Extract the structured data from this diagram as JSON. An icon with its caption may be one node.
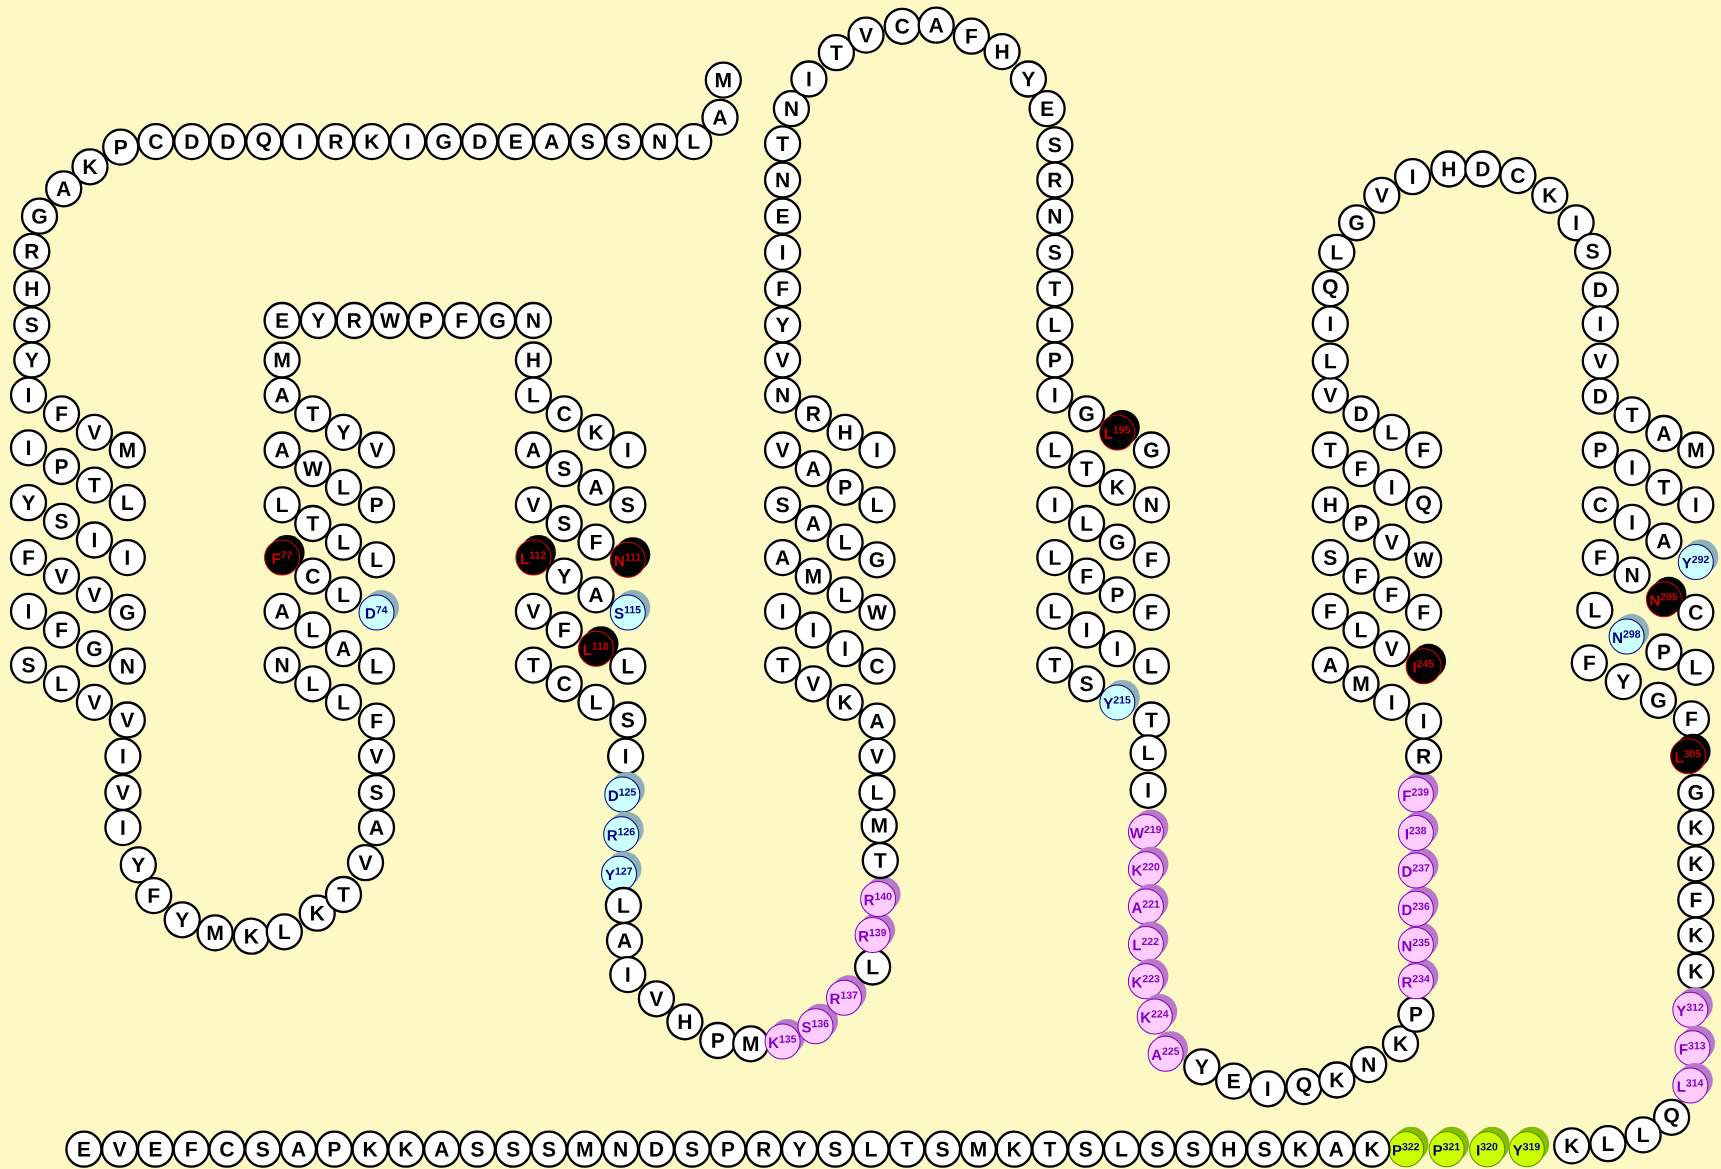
{
  "diagram": {
    "nodes": [
      {
        "text": [
          "M"
        ]
      },
      {
        "text": [
          "A"
        ]
      },
      {
        "text": [
          "L"
        ]
      },
      {
        "text": [
          "N"
        ]
      },
      {
        "text": [
          "S"
        ]
      },
      {
        "text": [
          "S"
        ]
      },
      {
        "text": [
          "A"
        ]
      },
      {
        "text": [
          "E"
        ]
      },
      {
        "text": [
          "D"
        ]
      },
      {
        "text": [
          "G"
        ]
      },
      {
        "text": [
          "I"
        ]
      },
      {
        "text": [
          "K"
        ]
      },
      {
        "text": [
          "R"
        ]
      },
      {
        "text": [
          "I"
        ]
      },
      {
        "text": [
          "Q"
        ]
      },
      {
        "text": [
          "D"
        ]
      },
      {
        "text": [
          "D"
        ]
      },
      {
        "text": [
          "C"
        ]
      },
      {
        "text": [
          "P"
        ]
      },
      {
        "text": [
          "K"
        ]
      },
      {
        "text": [
          "A"
        ]
      },
      {
        "text": [
          "G"
        ]
      },
      {
        "text": [
          "R"
        ]
      },
      {
        "text": [
          "H"
        ]
      },
      {
        "text": [
          "S"
        ]
      },
      {
        "text": [
          "Y"
        ]
      },
      {
        "text": [
          "I"
        ]
      },
      {
        "text": [
          "F"
        ]
      },
      {
        "text": [
          "V"
        ]
      },
      {
        "text": [
          "M"
        ]
      },
      {
        "text": [
          "I"
        ]
      },
      {
        "text": [
          "P"
        ]
      },
      {
        "text": [
          "T"
        ]
      },
      {
        "text": [
          "L"
        ]
      },
      {
        "text": [
          "Y"
        ]
      },
      {
        "text": [
          "S"
        ]
      },
      {
        "text": [
          "I"
        ]
      },
      {
        "text": [
          "I"
        ]
      },
      {
        "text": [
          "F"
        ]
      },
      {
        "text": [
          "V"
        ]
      },
      {
        "text": [
          "V"
        ]
      },
      {
        "text": [
          "G"
        ]
      },
      {
        "text": [
          "I"
        ]
      },
      {
        "text": [
          "F"
        ]
      },
      {
        "text": [
          "G"
        ]
      },
      {
        "text": [
          "N"
        ]
      },
      {
        "text": [
          "S"
        ]
      },
      {
        "text": [
          "L"
        ]
      },
      {
        "text": [
          "V"
        ]
      },
      {
        "text": [
          "V"
        ]
      },
      {
        "text": [
          "I"
        ]
      },
      {
        "text": [
          "V"
        ]
      },
      {
        "text": [
          "I"
        ]
      },
      {
        "text": [
          "Y"
        ]
      },
      {
        "text": [
          "F"
        ]
      },
      {
        "text": [
          "Y"
        ]
      },
      {
        "text": [
          "M"
        ]
      },
      {
        "text": [
          "K"
        ]
      },
      {
        "text": [
          "L"
        ]
      },
      {
        "text": [
          "K"
        ]
      },
      {
        "text": [
          "T"
        ]
      },
      {
        "text": [
          "V"
        ]
      },
      {
        "text": [
          "A"
        ]
      },
      {
        "text": [
          "S"
        ]
      },
      {
        "text": [
          "V"
        ]
      },
      {
        "text": [
          "F"
        ]
      },
      {
        "text": [
          "L"
        ]
      },
      {
        "text": [
          "L"
        ]
      },
      {
        "text": [
          "N"
        ]
      },
      {
        "text": [
          "L"
        ]
      },
      {
        "text": [
          "A"
        ]
      },
      {
        "text": [
          "L"
        ]
      },
      {
        "text": [
          "A"
        ]
      },
      {
        "text": [
          "D$^{74}$"
        ]
      },
      {
        "text": [
          "L"
        ]
      },
      {
        "text": [
          "C"
        ]
      },
      {
        "text": [
          "F$^{77}$"
        ]
      },
      {
        "text": [
          "L"
        ]
      },
      {
        "text": [
          "L"
        ]
      },
      {
        "text": [
          "T"
        ]
      },
      {
        "text": [
          "L"
        ]
      },
      {
        "text": [
          "P"
        ]
      },
      {
        "text": [
          "L"
        ]
      },
      {
        "text": [
          "W"
        ]
      },
      {
        "text": [
          "A"
        ]
      },
      {
        "text": [
          "V"
        ]
      },
      {
        "text": [
          "Y"
        ]
      },
      {
        "text": [
          "T"
        ]
      },
      {
        "text": [
          "A"
        ]
      },
      {
        "text": [
          "M"
        ]
      },
      {
        "text": [
          "E"
        ]
      },
      {
        "text": [
          "Y"
        ]
      },
      {
        "text": [
          "R"
        ]
      },
      {
        "text": [
          "W"
        ]
      },
      {
        "text": [
          "P"
        ]
      },
      {
        "text": [
          "F"
        ]
      },
      {
        "text": [
          "G"
        ]
      },
      {
        "text": [
          "N"
        ]
      },
      {
        "text": [
          "H"
        ]
      },
      {
        "text": [
          "L"
        ]
      },
      {
        "text": [
          "C"
        ]
      },
      {
        "text": [
          "K"
        ]
      },
      {
        "text": [
          "I"
        ]
      },
      {
        "text": [
          "A"
        ]
      },
      {
        "text": [
          "S"
        ]
      },
      {
        "text": [
          "A"
        ]
      },
      {
        "text": [
          "S"
        ]
      },
      {
        "text": [
          "V"
        ]
      },
      {
        "text": [
          "S"
        ]
      },
      {
        "text": [
          "F"
        ]
      },
      {
        "text": [
          "N$^{111}$"
        ]
      },
      {
        "text": [
          "L$^{112}$"
        ]
      },
      {
        "text": [
          "Y"
        ]
      },
      {
        "text": [
          "A"
        ]
      },
      {
        "text": [
          "S$^{115}$"
        ]
      },
      {
        "text": [
          "V"
        ]
      },
      {
        "text": [
          "F"
        ]
      },
      {
        "text": [
          "L$^{118}$"
        ]
      },
      {
        "text": [
          "L"
        ]
      },
      {
        "text": [
          "T"
        ]
      },
      {
        "text": [
          "C"
        ]
      },
      {
        "text": [
          "L"
        ]
      },
      {
        "text": [
          "S"
        ]
      },
      {
        "text": [
          "I"
        ]
      },
      {
        "text": [
          "D$^{125}$"
        ]
      },
      {
        "text": [
          "R$^{126}$"
        ]
      },
      {
        "text": [
          "Y$^{127}$"
        ]
      },
      {
        "text": [
          "L"
        ]
      },
      {
        "text": [
          "A"
        ]
      },
      {
        "text": [
          "I"
        ]
      },
      {
        "text": [
          "V"
        ]
      },
      {
        "text": [
          "H"
        ]
      },
      {
        "text": [
          "P"
        ]
      },
      {
        "text": [
          "M"
        ]
      },
      {
        "text": [
          "K$^{135}$"
        ]
      },
      {
        "text": [
          "S$^{136}$"
        ]
      },
      {
        "text": [
          "R$^{137}$"
        ]
      },
      {
        "text": [
          "L"
        ]
      },
      {
        "text": [
          "R$^{139}$"
        ]
      },
      {
        "text": [
          "R$^{140}$"
        ]
      },
      {
        "text": [
          "T"
        ]
      },
      {
        "text": [
          "M"
        ]
      },
      {
        "text": [
          "L"
        ]
      },
      {
        "text": [
          "V"
        ]
      },
      {
        "text": [
          "A"
        ]
      },
      {
        "text": [
          "K"
        ]
      },
      {
        "text": [
          "V"
        ]
      },
      {
        "text": [
          "T"
        ]
      },
      {
        "text": [
          "C"
        ]
      },
      {
        "text": [
          "I"
        ]
      },
      {
        "text": [
          "I"
        ]
      },
      {
        "text": [
          "I"
        ]
      },
      {
        "text": [
          "W"
        ]
      },
      {
        "text": [
          "L"
        ]
      },
      {
        "text": [
          "M"
        ]
      },
      {
        "text": [
          "A"
        ]
      },
      {
        "text": [
          "G"
        ]
      },
      {
        "text": [
          "L"
        ]
      },
      {
        "text": [
          "A"
        ]
      },
      {
        "text": [
          "S"
        ]
      },
      {
        "text": [
          "L"
        ]
      },
      {
        "text": [
          "P"
        ]
      },
      {
        "text": [
          "A"
        ]
      },
      {
        "text": [
          "V"
        ]
      },
      {
        "text": [
          "I"
        ]
      },
      {
        "text": [
          "H"
        ]
      },
      {
        "text": [
          "R"
        ]
      },
      {
        "text": [
          "N"
        ]
      },
      {
        "text": [
          "V"
        ]
      },
      {
        "text": [
          "Y"
        ]
      },
      {
        "text": [
          "F"
        ]
      },
      {
        "text": [
          "I"
        ]
      },
      {
        "text": [
          "E"
        ]
      },
      {
        "text": [
          "N"
        ]
      },
      {
        "text": [
          "T"
        ]
      },
      {
        "text": [
          "N"
        ]
      },
      {
        "text": [
          "I"
        ]
      },
      {
        "text": [
          "T"
        ]
      },
      {
        "text": [
          "V"
        ]
      },
      {
        "text": [
          "C"
        ]
      },
      {
        "text": [
          "A"
        ]
      },
      {
        "text": [
          "F"
        ]
      },
      {
        "text": [
          "H"
        ]
      },
      {
        "text": [
          "Y"
        ]
      },
      {
        "text": [
          "E"
        ]
      },
      {
        "text": [
          "S"
        ]
      },
      {
        "text": [
          "R"
        ]
      },
      {
        "text": [
          "N"
        ]
      },
      {
        "text": [
          "S"
        ]
      },
      {
        "text": [
          "T"
        ]
      },
      {
        "text": [
          "L"
        ]
      },
      {
        "text": [
          "P"
        ]
      },
      {
        "text": [
          "I"
        ]
      },
      {
        "text": [
          "G"
        ]
      },
      {
        "text": [
          "L$^{195}$"
        ]
      },
      {
        "text": [
          "G"
        ]
      },
      {
        "text": [
          "L"
        ]
      },
      {
        "text": [
          "T"
        ]
      },
      {
        "text": [
          "K"
        ]
      },
      {
        "text": [
          "N"
        ]
      },
      {
        "text": [
          "I"
        ]
      },
      {
        "text": [
          "L"
        ]
      },
      {
        "text": [
          "G"
        ]
      },
      {
        "text": [
          "F"
        ]
      },
      {
        "text": [
          "L"
        ]
      },
      {
        "text": [
          "F"
        ]
      },
      {
        "text": [
          "P"
        ]
      },
      {
        "text": [
          "F"
        ]
      },
      {
        "text": [
          "L"
        ]
      },
      {
        "text": [
          "I"
        ]
      },
      {
        "text": [
          "I"
        ]
      },
      {
        "text": [
          "L"
        ]
      },
      {
        "text": [
          "T"
        ]
      },
      {
        "text": [
          "S"
        ]
      },
      {
        "text": [
          "Y$^{215}$"
        ]
      },
      {
        "text": [
          "T"
        ]
      },
      {
        "text": [
          "L"
        ]
      },
      {
        "text": [
          "I"
        ]
      },
      {
        "text": [
          "W$^{219}$"
        ]
      },
      {
        "text": [
          "K$^{220}$"
        ]
      },
      {
        "text": [
          "A$^{221}$"
        ]
      },
      {
        "text": [
          "L$^{222}$"
        ]
      },
      {
        "text": [
          "K$^{223}$"
        ]
      },
      {
        "text": [
          "K$^{224}$"
        ]
      },
      {
        "text": [
          "A$^{225}$"
        ]
      },
      {
        "text": [
          "Y"
        ]
      },
      {
        "text": [
          "E"
        ]
      },
      {
        "text": [
          "I"
        ]
      },
      {
        "text": [
          "Q"
        ]
      },
      {
        "text": [
          "K"
        ]
      },
      {
        "text": [
          "N"
        ]
      },
      {
        "text": [
          "K"
        ]
      },
      {
        "text": [
          "P"
        ]
      },
      {
        "text": [
          "R$^{234}$"
        ]
      },
      {
        "text": [
          "N$^{235}$"
        ]
      },
      {
        "text": [
          "D$^{236}$"
        ]
      },
      {
        "text": [
          "D$^{237}$"
        ]
      },
      {
        "text": [
          "I$^{238}$"
        ]
      },
      {
        "text": [
          "F$^{239}$"
        ]
      },
      {
        "text": [
          "R"
        ]
      },
      {
        "text": [
          "I"
        ]
      },
      {
        "text": [
          "I"
        ]
      },
      {
        "text": [
          "M"
        ]
      },
      {
        "text": [
          "A"
        ]
      },
      {
        "text": [
          "I$^{245}$"
        ]
      },
      {
        "text": [
          "V"
        ]
      },
      {
        "text": [
          "L"
        ]
      },
      {
        "text": [
          "F"
        ]
      },
      {
        "text": [
          "F"
        ]
      },
      {
        "text": [
          "F"
        ]
      },
      {
        "text": [
          "F"
        ]
      },
      {
        "text": [
          "S"
        ]
      },
      {
        "text": [
          "W"
        ]
      },
      {
        "text": [
          "V"
        ]
      },
      {
        "text": [
          "P"
        ]
      },
      {
        "text": [
          "H"
        ]
      },
      {
        "text": [
          "Q"
        ]
      },
      {
        "text": [
          "I"
        ]
      },
      {
        "text": [
          "F"
        ]
      },
      {
        "text": [
          "T"
        ]
      },
      {
        "text": [
          "F"
        ]
      },
      {
        "text": [
          "L"
        ]
      },
      {
        "text": [
          "D"
        ]
      },
      {
        "text": [
          "V"
        ]
      },
      {
        "text": [
          "L"
        ]
      },
      {
        "text": [
          "I"
        ]
      },
      {
        "text": [
          "Q"
        ]
      },
      {
        "text": [
          "L"
        ]
      },
      {
        "text": [
          "G"
        ]
      },
      {
        "text": [
          "V"
        ]
      },
      {
        "text": [
          "I"
        ]
      },
      {
        "text": [
          "H"
        ]
      },
      {
        "text": [
          "D"
        ]
      },
      {
        "text": [
          "C"
        ]
      },
      {
        "text": [
          "K"
        ]
      },
      {
        "text": [
          "I"
        ]
      },
      {
        "text": [
          "S"
        ]
      },
      {
        "text": [
          "D"
        ]
      },
      {
        "text": [
          "I"
        ]
      },
      {
        "text": [
          "V"
        ]
      },
      {
        "text": [
          "D"
        ]
      },
      {
        "text": [
          "T"
        ]
      },
      {
        "text": [
          "A"
        ]
      },
      {
        "text": [
          "M"
        ]
      },
      {
        "text": [
          "P"
        ]
      },
      {
        "text": [
          "I"
        ]
      },
      {
        "text": [
          "T"
        ]
      },
      {
        "text": [
          "I"
        ]
      },
      {
        "text": [
          "C"
        ]
      },
      {
        "text": [
          "I"
        ]
      },
      {
        "text": [
          "A"
        ]
      },
      {
        "text": [
          "Y$^{292}$"
        ]
      },
      {
        "text": [
          "F"
        ]
      },
      {
        "text": [
          "N"
        ]
      },
      {
        "text": [
          "N$^{295}$"
        ]
      },
      {
        "text": [
          "C"
        ]
      },
      {
        "text": [
          "L"
        ]
      },
      {
        "text": [
          "N$^{298}$"
        ]
      },
      {
        "text": [
          "P"
        ]
      },
      {
        "text": [
          "L"
        ]
      },
      {
        "text": [
          "F"
        ]
      },
      {
        "text": [
          "Y"
        ]
      },
      {
        "text": [
          "G"
        ]
      },
      {
        "text": [
          "F"
        ]
      },
      {
        "text": [
          "L$^{305}$"
        ]
      },
      {
        "text": [
          "G"
        ]
      },
      {
        "text": [
          "K"
        ]
      },
      {
        "text": [
          "K"
        ]
      },
      {
        "text": [
          "F"
        ]
      },
      {
        "text": [
          "K"
        ]
      },
      {
        "text": [
          "K"
        ]
      },
      {
        "text": [
          "Y$^{312}$"
        ]
      },
      {
        "text": [
          "F$^{313}$"
        ]
      },
      {
        "text": [
          "L$^{314}$"
        ]
      },
      {
        "text": [
          "Q"
        ]
      },
      {
        "text": [
          "L"
        ]
      },
      {
        "text": [
          "L"
        ]
      },
      {
        "text": [
          "K"
        ]
      },
      {
        "text": [
          "Y$^{319}$"
        ]
      },
      {
        "text": [
          "I$^{320}$"
        ]
      },
      {
        "text": [
          "P$^{321}$"
        ]
      },
      {
        "text": [
          "P$^{322}$"
        ]
      },
      {
        "text": [
          "K"
        ]
      },
      {
        "text": [
          "A"
        ]
      },
      {
        "text": [
          "K"
        ]
      },
      {
        "text": [
          "S"
        ]
      },
      {
        "text": [
          "H"
        ]
      },
      {
        "text": [
          "S"
        ]
      },
      {
        "text": [
          "S"
        ]
      },
      {
        "text": [
          "L"
        ]
      },
      {
        "text": [
          "S"
        ]
      },
      {
        "text": [
          "T"
        ]
      },
      {
        "text": [
          "K"
        ]
      },
      {
        "text": [
          "M"
        ]
      },
      {
        "text": [
          "S"
        ]
      },
      {
        "text": [
          "T"
        ]
      },
      {
        "text": [
          "L"
        ]
      },
      {
        "text": [
          "S"
        ]
      },
      {
        "text": [
          "Y"
        ]
      },
      {
        "text": [
          "R"
        ]
      },
      {
        "text": [
          "P"
        ]
      },
      {
        "text": [
          "S"
        ]
      },
      {
        "text": [
          "D"
        ]
      },
      {
        "text": [
          "N"
        ]
      },
      {
        "text": [
          "M"
        ]
      },
      {
        "text": [
          "S"
        ]
      },
      {
        "text": [
          "S"
        ]
      },
      {
        "text": [
          "S"
        ]
      },
      {
        "text": [
          "A"
        ]
      },
      {
        "text": [
          "K"
        ]
      },
      {
        "text": [
          "K"
        ]
      },
      {
        "text": [
          "P"
        ]
      },
      {
        "text": [
          "A"
        ]
      },
      {
        "text": [
          "S"
        ]
      },
      {
        "text": [
          "C"
        ]
      },
      {
        "text": [
          "F"
        ]
      },
      {
        "text": [
          "E"
        ]
      },
      {
        "text": [
          "V"
        ]
      },
      {
        "text": [
          "E"
        ]
      }
    ]
  }
}
